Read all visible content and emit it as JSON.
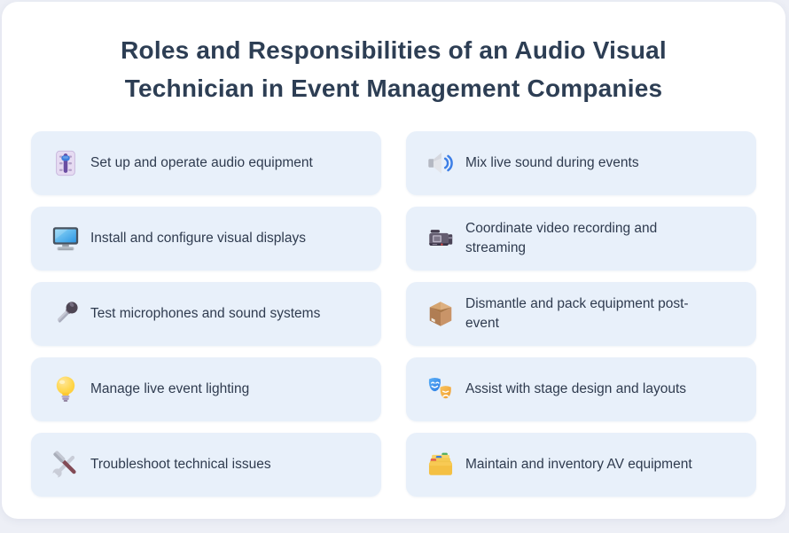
{
  "title": "Roles and Responsibilities of an Audio Visual Technician in Event Management Companies",
  "colors": {
    "page_bg": "#edeff6",
    "card_bg": "#ffffff",
    "item_bg": "#e8f0fa",
    "title_text": "#2d3e54",
    "item_text": "#2f3b4f",
    "accent_blue": "#3c7ee6"
  },
  "columns": {
    "left": [
      {
        "icon": "level-slider-icon",
        "label": "Set up and operate audio equipment"
      },
      {
        "icon": "desktop-computer-icon",
        "label": "Install and configure visual displays"
      },
      {
        "icon": "microphone-icon",
        "label": "Test microphones and sound systems"
      },
      {
        "icon": "light-bulb-icon",
        "label": "Manage live event lighting"
      },
      {
        "icon": "hammer-wrench-icon",
        "label": "Troubleshoot technical issues"
      }
    ],
    "right": [
      {
        "icon": "speaker-icon",
        "label": "Mix live sound during events"
      },
      {
        "icon": "video-camera-icon",
        "label": "Coordinate video recording and\nstreaming"
      },
      {
        "icon": "package-icon",
        "label": "Dismantle and pack equipment post-\nevent"
      },
      {
        "icon": "performing-arts-icon",
        "label": "Assist with stage design and layouts"
      },
      {
        "icon": "card-index-icon",
        "label": "Maintain and inventory AV equipment"
      }
    ]
  }
}
